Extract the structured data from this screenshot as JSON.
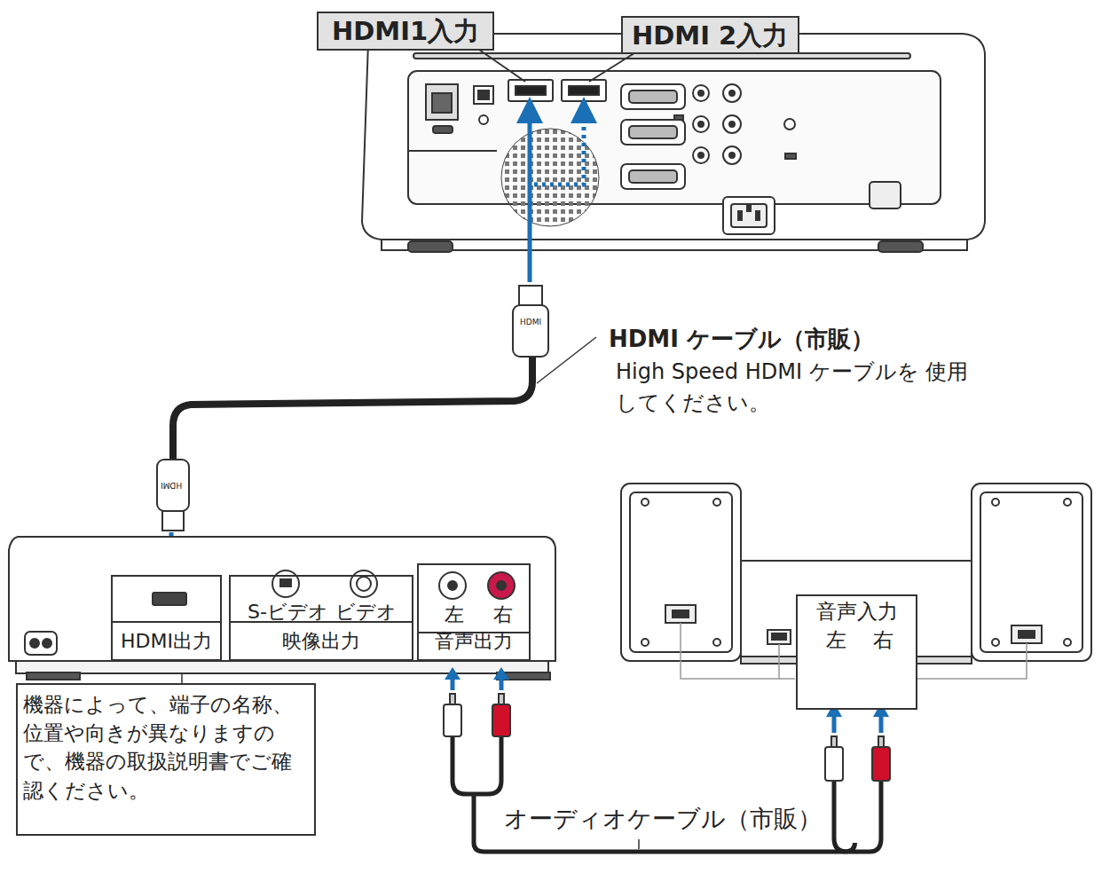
{
  "diagram": {
    "nodes": [
      {
        "text": [
          "HDMI1入力"
        ]
      },
      {
        "text": [
          "HDMI 2入力"
        ]
      },
      {
        "text": [
          "HDMI出力"
        ]
      },
      {
        "text": [
          "S-ビデオ",
          "ビデオ",
          "映像出力"
        ]
      },
      {
        "text": [
          "左",
          "右",
          "音声出力"
        ]
      },
      {
        "text": [
          "音声入力",
          "左",
          "右"
        ]
      },
      {
        "text": [
          "機器によって、端子の名称、位置や向きが異なりますので、機器の取扱説明書でご確認ください。"
        ]
      }
    ],
    "edges": [
      {
        "from": 4,
        "to": 5,
        "arrow": "both",
        "label": "オーディオケーブル（市販）"
      }
    ],
    "labels": [
      "HDMI ケーブル（市販）",
      "High Speed HDMI ケーブルを 使用してください。",
      "HDMI",
      "HDMI"
    ]
  }
}
